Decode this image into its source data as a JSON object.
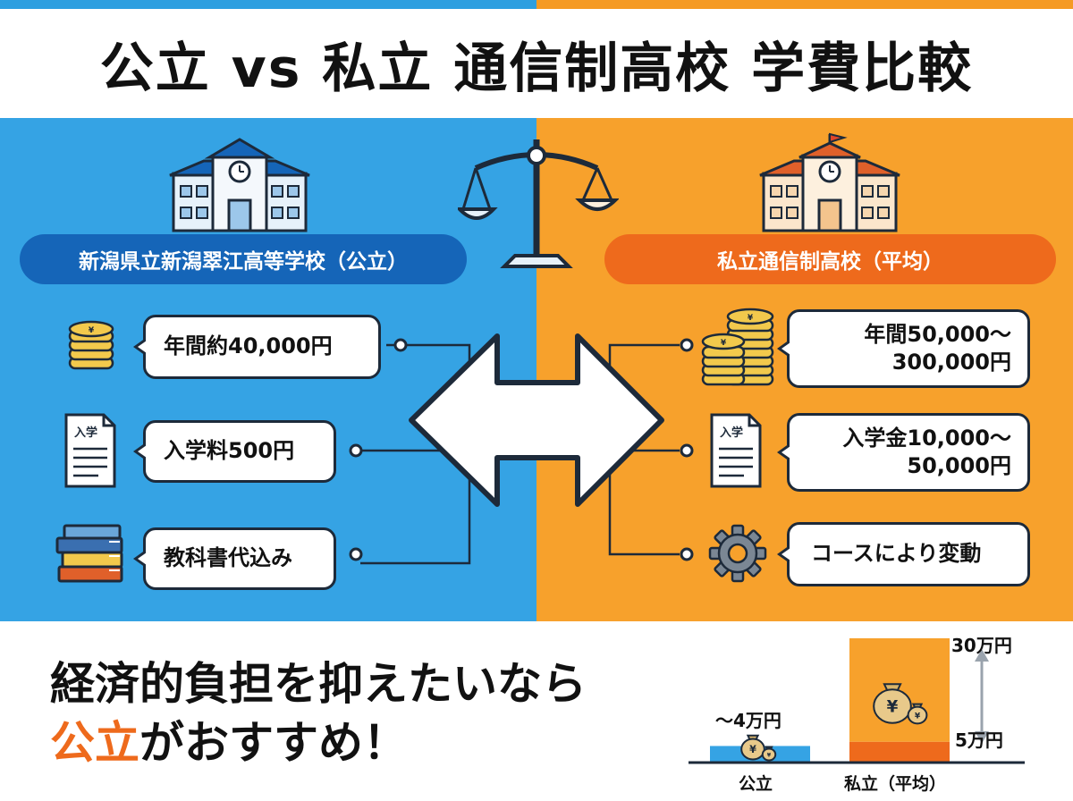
{
  "title": "公立 vs 私立 通信制高校 学費比較",
  "colors": {
    "public": "#35a3e4",
    "private": "#f7a12c",
    "public_dark": "#1565b8",
    "private_dark": "#ee6a1c"
  },
  "public": {
    "school_name": "新潟県立新潟翠江高等学校（公立）",
    "items": [
      {
        "icon": "coin-stack-icon",
        "text": "年間約40,000円"
      },
      {
        "icon": "document-icon",
        "doc_label": "入学",
        "text": "入学料500円"
      },
      {
        "icon": "books-icon",
        "text": "教科書代込み"
      }
    ]
  },
  "private": {
    "school_name": "私立通信制高校（平均）",
    "items": [
      {
        "icon": "coin-stacks-icon",
        "text_line1": "年間50,000〜",
        "text_line2": "300,000円"
      },
      {
        "icon": "document-icon",
        "doc_label": "入学",
        "text_line1": "入学金10,000〜",
        "text_line2": "50,000円"
      },
      {
        "icon": "gear-icon",
        "text": "コースにより変動"
      }
    ]
  },
  "conclusion": {
    "line1": "経済的負担を抑えたいなら",
    "accent": "公立",
    "rest": "がおすすめ！"
  },
  "chart_data": {
    "type": "bar",
    "categories": [
      "公立",
      "私立（平均）"
    ],
    "value_labels": {
      "public": "〜4万円",
      "private_top": "30万円",
      "private_bottom": "5万円"
    },
    "series": [
      {
        "values": [
          4,
          30
        ]
      }
    ],
    "private_range": [
      5,
      30
    ],
    "unit": "万円",
    "ylim": [
      0,
      32
    ],
    "symbol": "¥"
  }
}
